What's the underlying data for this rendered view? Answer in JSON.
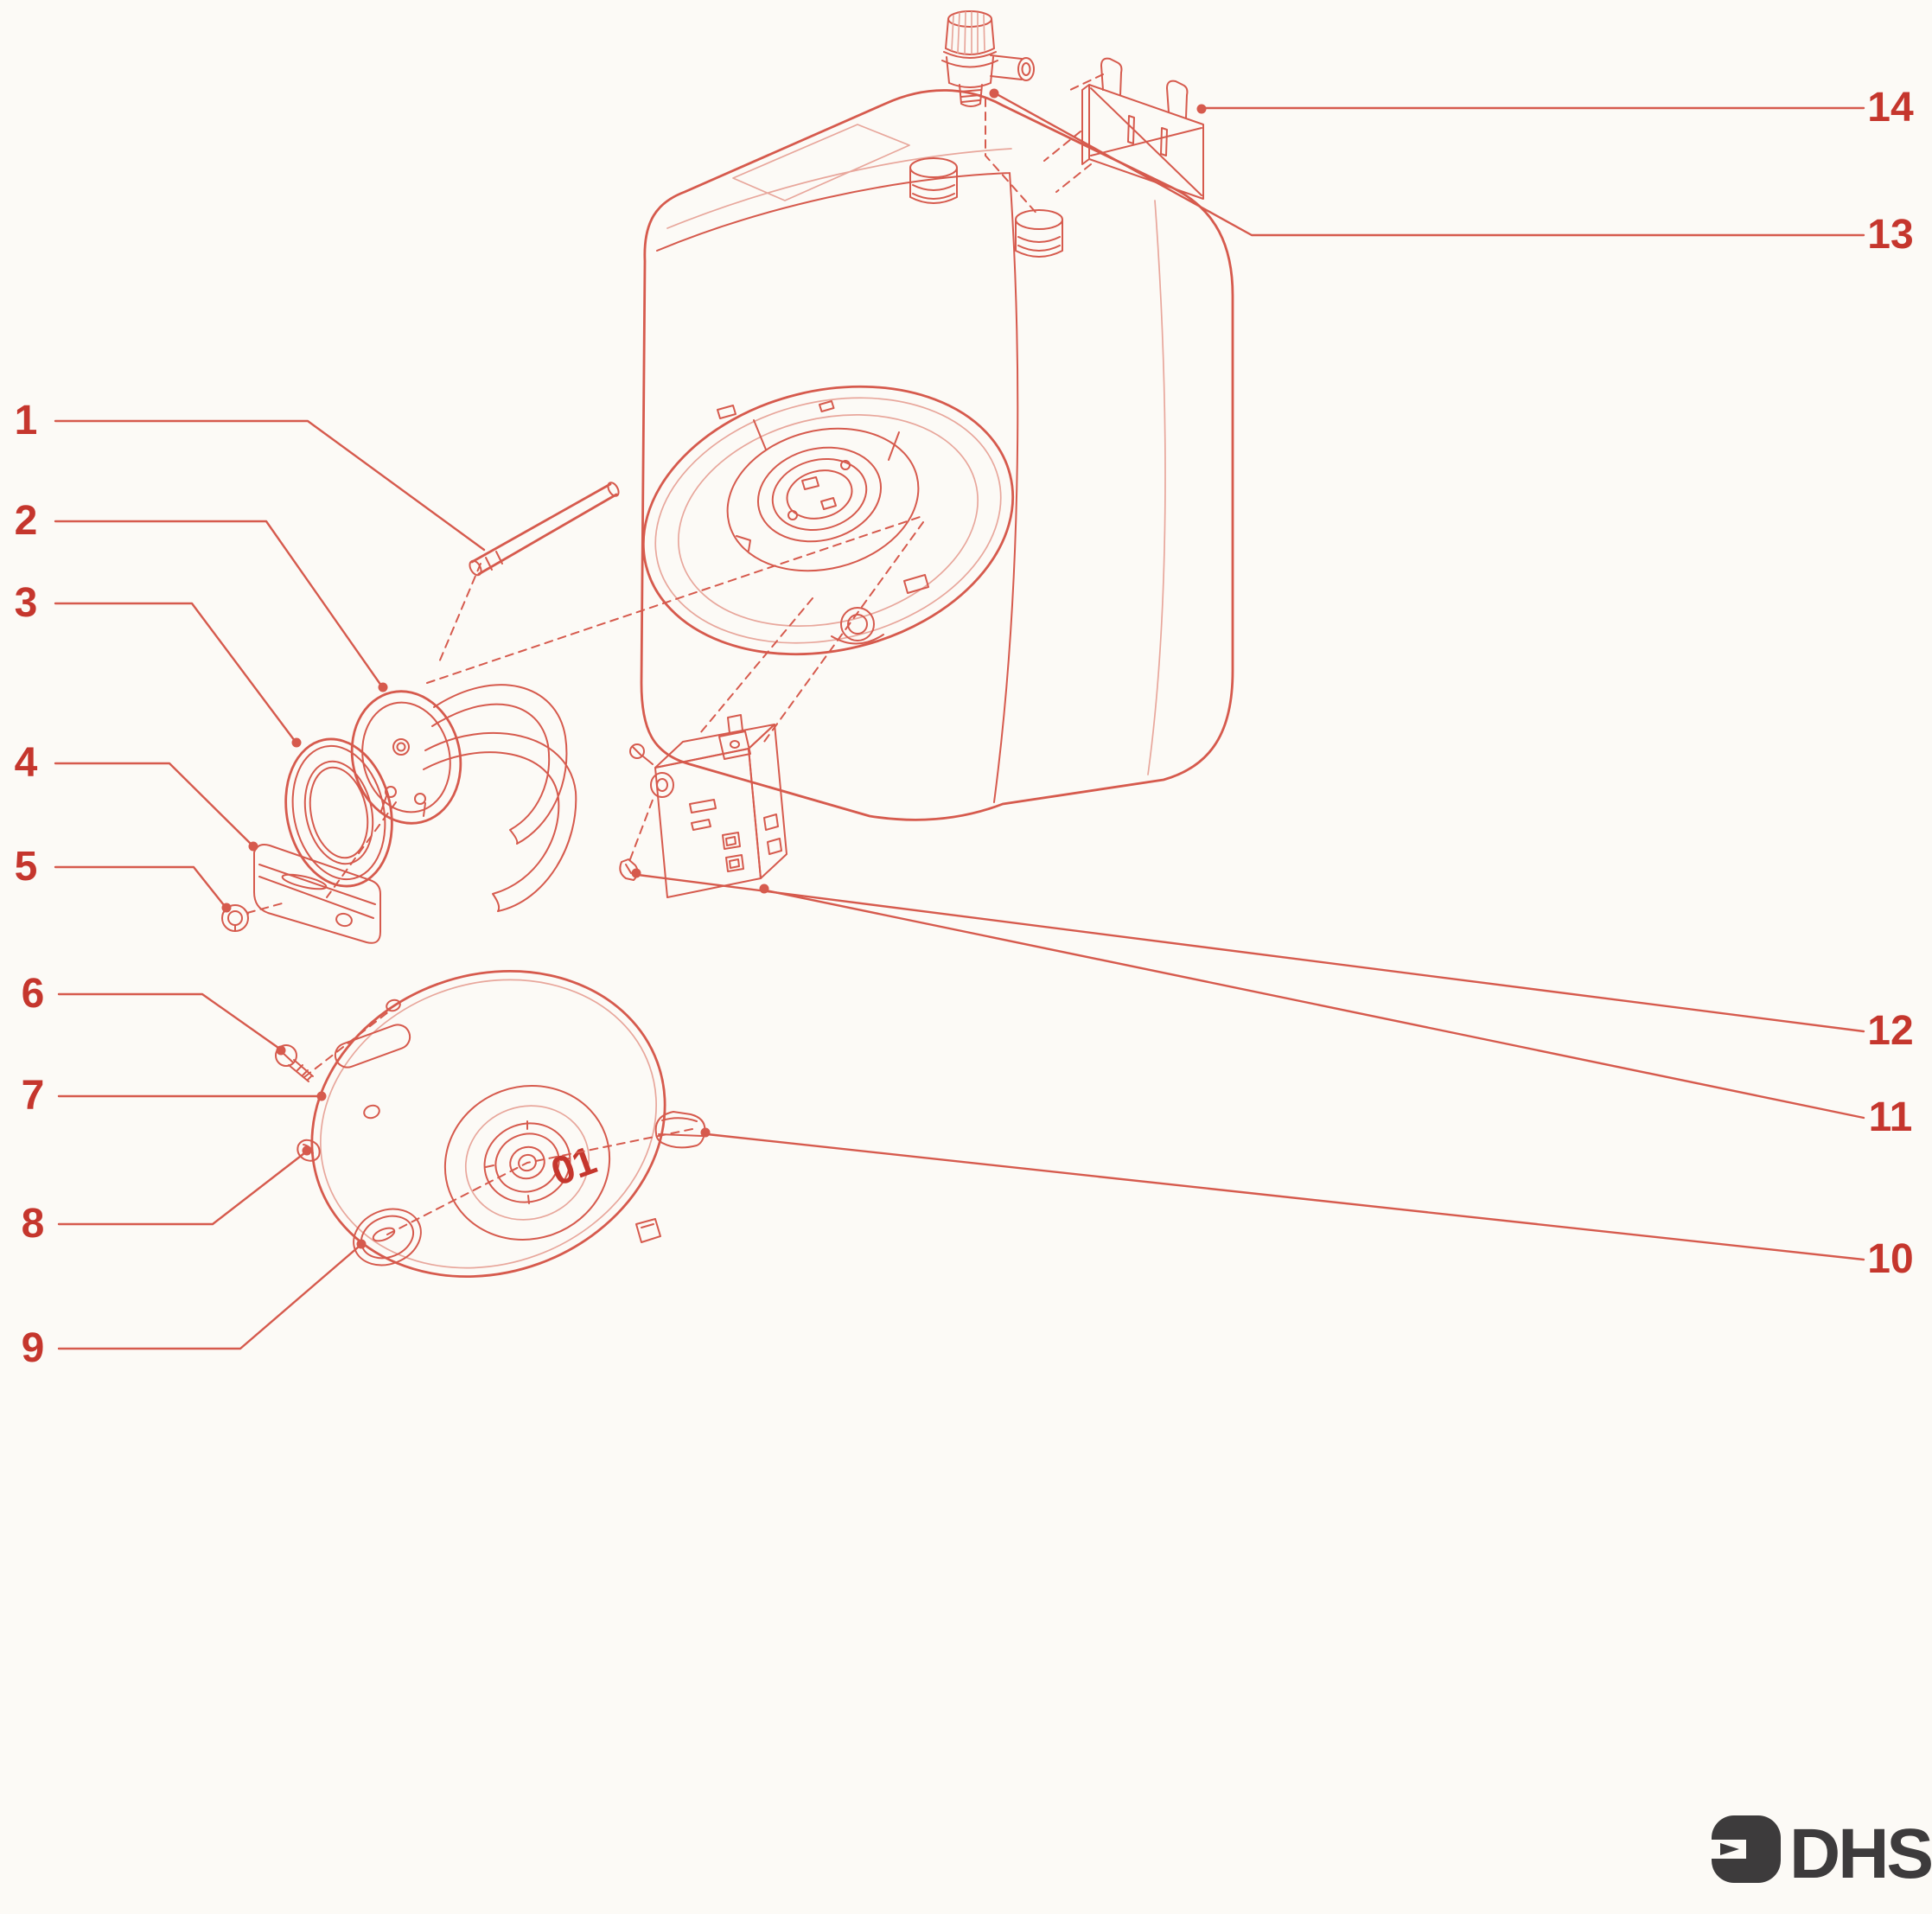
{
  "figure": {
    "type": "exploded-parts-diagram",
    "part_labels": [
      "1",
      "2",
      "3",
      "4",
      "5",
      "6",
      "7",
      "8",
      "9",
      "10",
      "11",
      "12",
      "13",
      "14"
    ],
    "cover_marking": "01",
    "brand_logo": "DHS",
    "colors": {
      "line": "#d65a4d",
      "line-light": "#e8a79c",
      "label": "#c5362d",
      "logo": "#3d3b3c",
      "background": "#fcfaf6"
    }
  }
}
